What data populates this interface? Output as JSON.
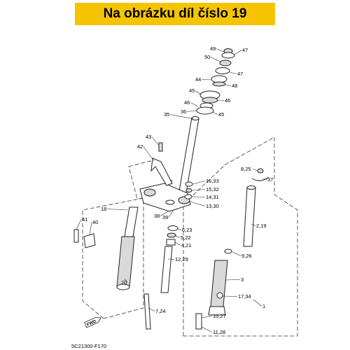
{
  "banner": {
    "text": "Na obrázku díl číslo 19",
    "color": "#f5c400"
  },
  "diagram_code": "5C21300-F170",
  "fwd_label": "FWD",
  "labels": [
    "49",
    "47",
    "50",
    "47",
    "44",
    "48",
    "45",
    "46",
    "45",
    "46",
    "36",
    "35",
    "43",
    "42",
    "8,25",
    "37",
    "16,33",
    "15,32",
    "14,31",
    "13,30",
    "18",
    "38",
    "39",
    "41",
    "40",
    "6,23",
    "5,22",
    "4,21",
    "12,29",
    "2,19",
    "9,26",
    "20",
    "3",
    "17,34",
    "1",
    "7,24",
    "10,27",
    "11,28"
  ]
}
